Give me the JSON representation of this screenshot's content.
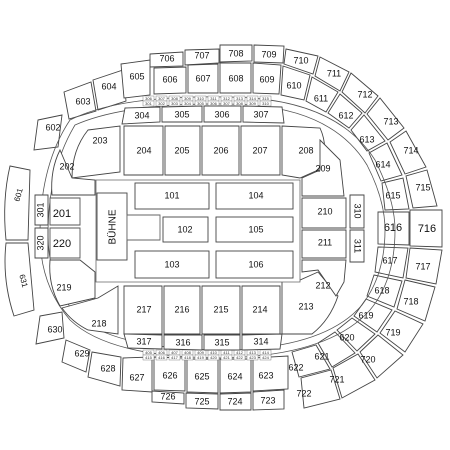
{
  "stage_label": "BÜHNE",
  "row_labels": {
    "top_row_1": [
      "306",
      "307",
      "308",
      "309",
      "310",
      "311",
      "312",
      "313",
      "314",
      "315"
    ],
    "top_row_2": [
      "301",
      "302",
      "303",
      "304",
      "305",
      "306",
      "307",
      "308",
      "309",
      "310"
    ],
    "bottom_row_1": [
      "415",
      "416",
      "417",
      "418",
      "419",
      "420",
      "421",
      "422",
      "423",
      "424"
    ],
    "bottom_row_2": [
      "405",
      "406",
      "407",
      "408",
      "409",
      "410",
      "411",
      "412",
      "413",
      "414"
    ]
  },
  "sections": {
    "s101": "101",
    "s102": "102",
    "s103": "103",
    "s104": "104",
    "s105": "105",
    "s106": "106",
    "s201": "201",
    "s202": "202",
    "s203": "203",
    "s204": "204",
    "s205": "205",
    "s206": "206",
    "s207": "207",
    "s208": "208",
    "s209": "209",
    "s210": "210",
    "s211": "211",
    "s212": "212",
    "s213": "213",
    "s214": "214",
    "s215": "215",
    "s216": "216",
    "s217": "217",
    "s218": "218",
    "s219": "219",
    "s220": "220",
    "s301": "301",
    "s304": "304",
    "s305": "305",
    "s306": "306",
    "s307": "307",
    "s310": "310",
    "s311": "311",
    "s314": "314",
    "s315": "315",
    "s316": "316",
    "s317": "317",
    "s320": "320",
    "s601": "601",
    "s602": "602",
    "s603": "603",
    "s604": "604",
    "s605": "605",
    "s606": "606",
    "s607": "607",
    "s608": "608",
    "s609": "609",
    "s610": "610",
    "s611": "611",
    "s612": "612",
    "s613": "613",
    "s614": "614",
    "s615": "615",
    "s616": "616",
    "s617": "617",
    "s618": "618",
    "s619": "619",
    "s620": "620",
    "s621": "621",
    "s622": "622",
    "s623": "623",
    "s624": "624",
    "s625": "625",
    "s626": "626",
    "s627": "627",
    "s628": "628",
    "s629": "629",
    "s630": "630",
    "s631": "631",
    "s706": "706",
    "s707": "707",
    "s708": "708",
    "s709": "709",
    "s710": "710",
    "s711": "711",
    "s712": "712",
    "s713": "713",
    "s714": "714",
    "s715": "715",
    "s716": "716",
    "s717": "717",
    "s718": "718",
    "s719": "719",
    "s720": "720",
    "s721": "721",
    "s722": "722",
    "s723": "723",
    "s724": "724",
    "s725": "725",
    "s726": "726"
  }
}
